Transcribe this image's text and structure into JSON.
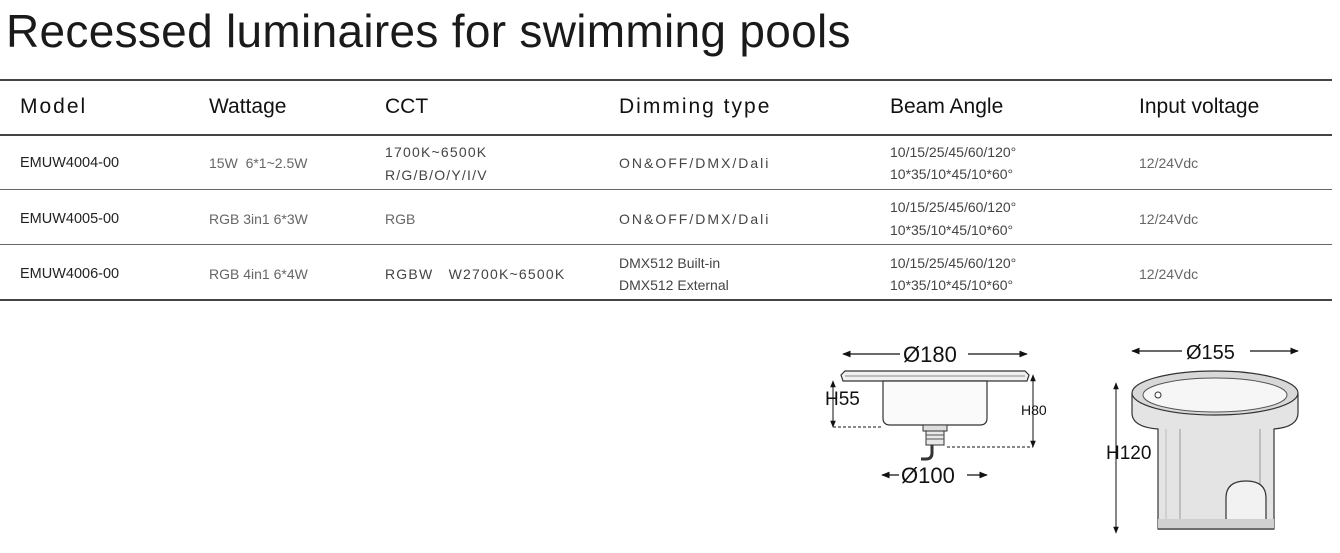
{
  "page": {
    "title": "Recessed luminaires for swimming pools"
  },
  "table": {
    "headers": [
      "Model",
      "Wattage",
      "CCT",
      "Dimming type",
      "Beam Angle",
      "Input voltage"
    ],
    "rows": [
      {
        "model": "EMUW4004-00",
        "wattage": "15W  6*1~2.5W",
        "cct": [
          "1700K~6500K",
          "R/G/B/O/Y/I/V"
        ],
        "dimming": [
          "ON&OFF/DMX/Dali"
        ],
        "beam": [
          "10/15/25/45/60/120°",
          "10*35/10*45/10*60°"
        ],
        "voltage": "12/24Vdc"
      },
      {
        "model": "EMUW4005-00",
        "wattage": "RGB 3in1 6*3W",
        "cct": [
          "RGB"
        ],
        "dimming": [
          "ON&OFF/DMX/Dali"
        ],
        "beam": [
          "10/15/25/45/60/120°",
          "10*35/10*45/10*60°"
        ],
        "voltage": "12/24Vdc"
      },
      {
        "model": "EMUW4006-00",
        "wattage": "RGB 4in1 6*4W",
        "cct": [
          "RGBW   W2700K~6500K"
        ],
        "dimming": [
          "DMX512 Built-in",
          "DMX512 External"
        ],
        "beam": [
          "10/15/25/45/60/120°",
          "10*35/10*45/10*60°"
        ],
        "voltage": "12/24Vdc"
      }
    ]
  },
  "drawings": {
    "luminaire": {
      "diameter": "Ø180",
      "bottom_diameter": "Ø100",
      "height_inner": "H55",
      "height_total": "H80"
    },
    "housing": {
      "diameter": "Ø155",
      "height": "H120"
    }
  }
}
